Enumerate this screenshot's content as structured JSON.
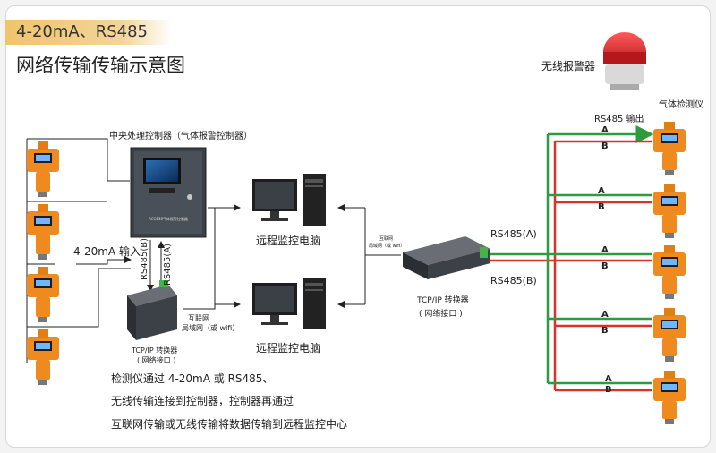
{
  "header": {
    "spec": "4-20mA、RS485",
    "title": "网络传输传输示意图"
  },
  "controller": {
    "label": "中央处理控制器（气体报警控制器）",
    "panel_text": "ACCESS气体报警控制器"
  },
  "alarm": {
    "label": "无线报警器"
  },
  "input_label": "4-20mA 输入",
  "rs485_out_label": "RS485 输出",
  "detector_label": "气体检测仪",
  "rs485a_vertical": "RS485(A)",
  "rs485b_vertical": "RS485(B)",
  "computer_label": "远程监控电脑",
  "left_net_label": {
    "line1": "互联网",
    "line2": "局域网（或 wifi）"
  },
  "right_net_label": {
    "line1": "互联网",
    "line2": "局域网（或 wifi）"
  },
  "converter_left": {
    "name": "TCP/IP 转换器",
    "sub": "( 网络接口 )"
  },
  "converter_right": {
    "name": "TCP/IP 转换器",
    "sub": "( 网络接口 )"
  },
  "rs485a_label": "RS485(A)",
  "rs485b_label": "RS485(B)",
  "line_a": "A",
  "line_b": "B",
  "description": [
    "检测仪通过 4-20mA 或 RS485、",
    "无线传输连接到控制器，控制器再通过",
    "互联网传输或无线传输将数据传输到远程监控中心"
  ],
  "colors": {
    "line_a": "#2e9b3e",
    "line_b": "#d8322b",
    "detector": "#ee8a1e",
    "header": "#f0c46b"
  }
}
